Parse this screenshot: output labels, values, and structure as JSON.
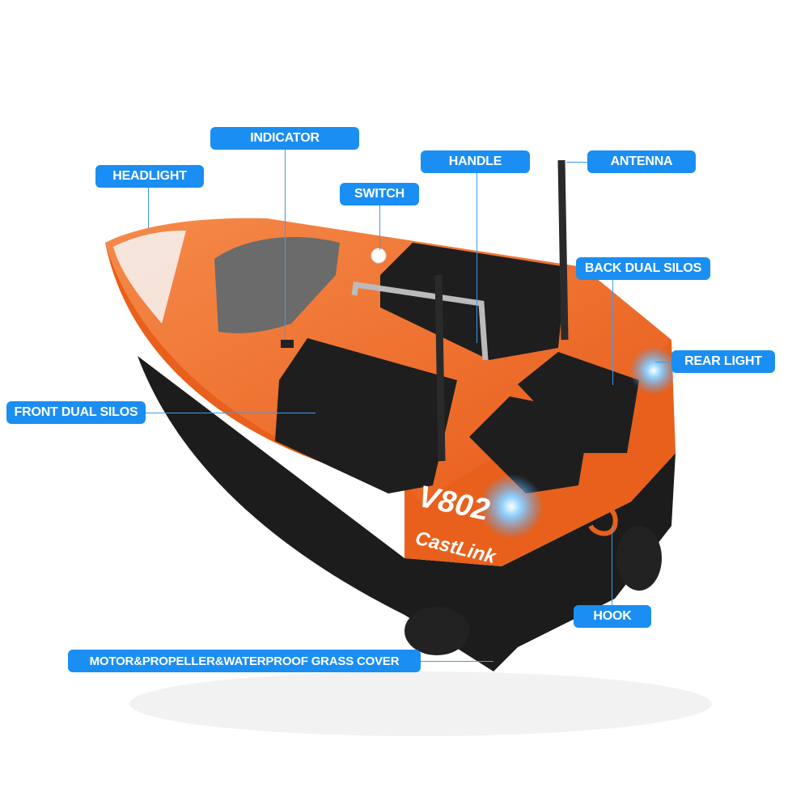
{
  "labels": {
    "indicator": "INDICATOR",
    "headlight": "HEADLIGHT",
    "handle": "HANDLE",
    "antenna": "ANTENNA",
    "switch": "SWITCH",
    "back_dual_silos": "BACK DUAL SILOS",
    "rear_light": "REAR LIGHT",
    "front_dual_silos": "FRONT DUAL SILOS",
    "hook": "HOOK",
    "motor": "MOTOR&PROPELLER&WATERPROOF GRASS COVER"
  },
  "branding": {
    "model": "V802",
    "brand": "CastLink"
  },
  "colors": {
    "label_bg": "#1a8ef2",
    "hull_orange": "#f06a24",
    "base_black": "#1c1c1c",
    "light_blue": "#4aa8ff"
  }
}
